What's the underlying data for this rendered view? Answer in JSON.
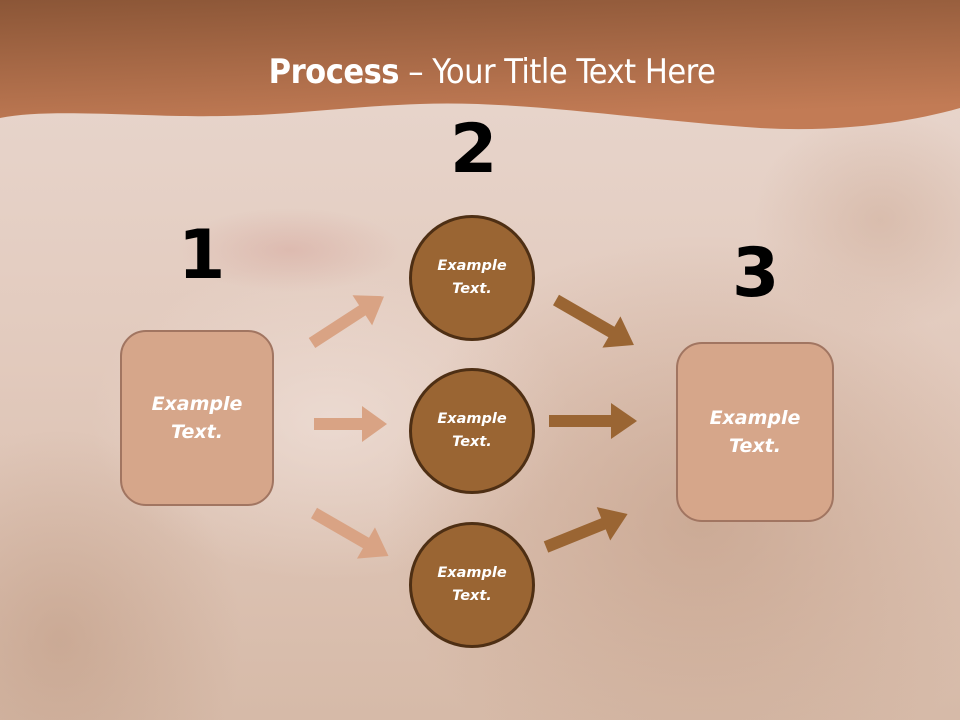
{
  "slide": {
    "title_bold": "Process",
    "title_rest": " – Your Title Text Here",
    "colors": {
      "header_top": "#8a5535",
      "header_bottom": "#c0774f",
      "box_fill": "#d6a68a",
      "box_border": "#a17561",
      "circle_fill": "#9a6533",
      "circle_border": "#4e2f14",
      "arrow_light": "#d9a384",
      "arrow_dark": "#9a6533"
    }
  },
  "steps": [
    {
      "number": "1",
      "label": "Example Text."
    },
    {
      "number": "2",
      "items": [
        {
          "label": "Example Text."
        },
        {
          "label": "Example Text."
        },
        {
          "label": "Example Text."
        }
      ]
    },
    {
      "number": "3",
      "label": "Example Text."
    }
  ]
}
